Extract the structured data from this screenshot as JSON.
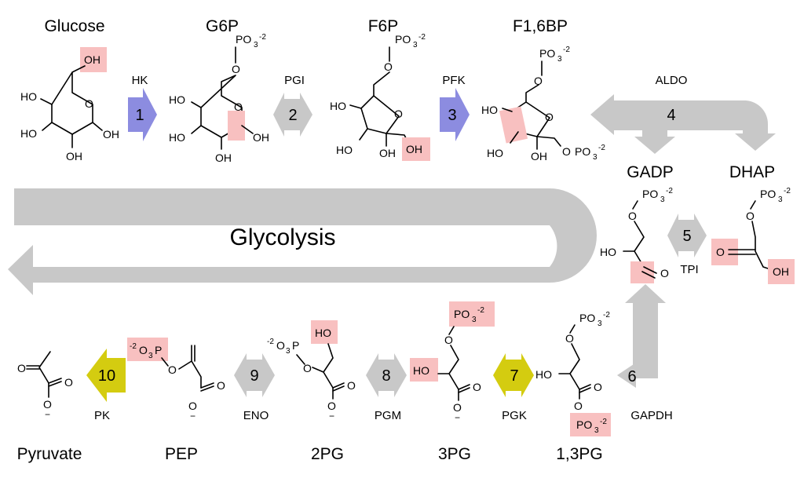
{
  "title": "Glycolysis",
  "metabolites": {
    "glucose": "Glucose",
    "g6p": "G6P",
    "f6p": "F6P",
    "f16bp": "F1,6BP",
    "gadp": "GADP",
    "dhap": "DHAP",
    "pyruvate": "Pyruvate",
    "pep": "PEP",
    "pg2": "2PG",
    "pg3": "3PG",
    "bpg13": "1,3PG"
  },
  "enzymes": {
    "hk": "HK",
    "pgi": "PGI",
    "pfk": "PFK",
    "aldo": "ALDO",
    "tpi": "TPI",
    "gapdh": "GAPDH",
    "pgk": "PGK",
    "pgm": "PGM",
    "eno": "ENO",
    "pk": "PK"
  },
  "steps": [
    "1",
    "2",
    "3",
    "4",
    "5",
    "6",
    "7",
    "8",
    "9",
    "10"
  ],
  "chem": {
    "oh": "OH",
    "ho": "HO",
    "o": "O",
    "o_minus": "O",
    "minus": "−",
    "p": "P",
    "po3_main": "PO",
    "po3_sub": "3",
    "po3_sup": "-2",
    "o3p_sup": "-2",
    "o3p_main": "O",
    "o3p_sub": "3"
  },
  "colors": {
    "highlight": "#f8c0c0",
    "regulated_arrow": "#8c8ce0",
    "atp_arrow": "#d4cc10",
    "reversible_arrow": "#c8c8c8"
  }
}
